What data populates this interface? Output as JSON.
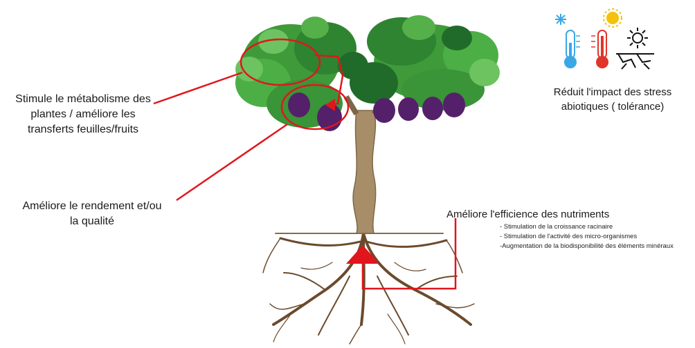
{
  "colors": {
    "annotation_red": "#e0161c",
    "leaf_green": "#3f9a3a",
    "leaf_dark": "#216b2a",
    "grape_purple": "#54206a",
    "trunk_brown": "#a88e68",
    "root_brown": "#6b4a2c",
    "cold_blue": "#3aa7e6",
    "heat_red": "#e0342a",
    "sun_yellow": "#f3c20d"
  },
  "labels": {
    "metabolism_line1": "Stimule le métabolisme des",
    "metabolism_line2": "plantes / améliore les",
    "metabolism_line3": "transferts feuilles/fruits",
    "yield_line1": "Améliore le rendement et/ou",
    "yield_line2": "la qualité",
    "stress_line1": "Réduit l'impact des stress",
    "stress_line2": "abiotiques ( tolérance)",
    "nutrients_title": "Améliore l'efficience des nutriments",
    "nutrients_items": [
      "- Stimulation de la croissance racinaire",
      "- Stimulation de l'activité des micro-organismes",
      "-Augmentation de la biodisponibilité des éléments minéraux"
    ]
  },
  "icons": [
    "snowflake-icon",
    "cold-thermometer-icon",
    "sun-icon",
    "hot-thermometer-icon",
    "dry-cracked-soil-icon"
  ]
}
